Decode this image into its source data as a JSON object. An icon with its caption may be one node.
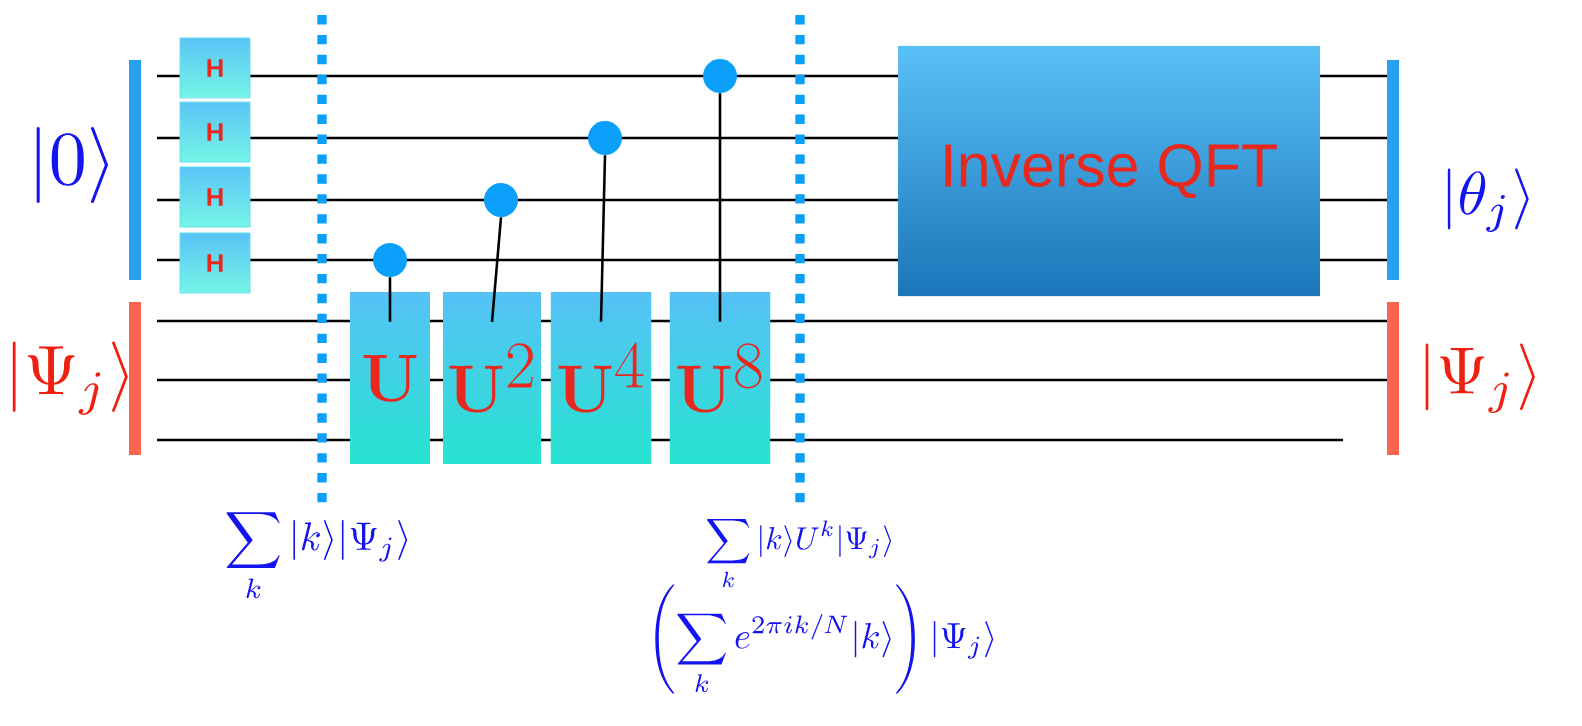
{
  "diagram": {
    "nodes": [
      {
        "text": [
          "H"
        ]
      },
      {
        "text": [
          "H"
        ]
      },
      {
        "text": [
          "H"
        ]
      },
      {
        "text": [
          "H"
        ]
      },
      {
        "text": [],
        "shape": "circle"
      },
      {
        "text": [
          "\\mathbf{U}"
        ]
      },
      {
        "text": [],
        "shape": "circle"
      },
      {
        "text": [
          "\\mathbf{U}^{2}"
        ]
      },
      {
        "text": [],
        "shape": "circle"
      },
      {
        "text": [
          "\\mathbf{U}^{4}"
        ]
      },
      {
        "text": [],
        "shape": "circle"
      },
      {
        "text": [
          "\\mathbf{U}^{8}"
        ]
      },
      {
        "text": [
          "Inverse QFT"
        ]
      }
    ],
    "edges": [
      {
        "from": 4,
        "to": 5,
        "arrow": "none"
      },
      {
        "from": 6,
        "to": 7,
        "arrow": "none"
      },
      {
        "from": 8,
        "to": 9,
        "arrow": "none"
      },
      {
        "from": 10,
        "to": 11,
        "arrow": "none"
      }
    ],
    "labels": [
      "|0\\rangle",
      "|\\Psi_j\\rangle",
      "|\\theta_j\\rangle",
      "|\\Psi_j\\rangle",
      "\\sum_k |k\\rangle|\\Psi_j\\rangle",
      "\\sum_k |k\\rangle U^k|\\Psi_j\\rangle",
      "\\left(\\sum_k e^{2\\pi ik/N}|k\\rangle\\right)|\\Psi_j\\rangle"
    ]
  }
}
